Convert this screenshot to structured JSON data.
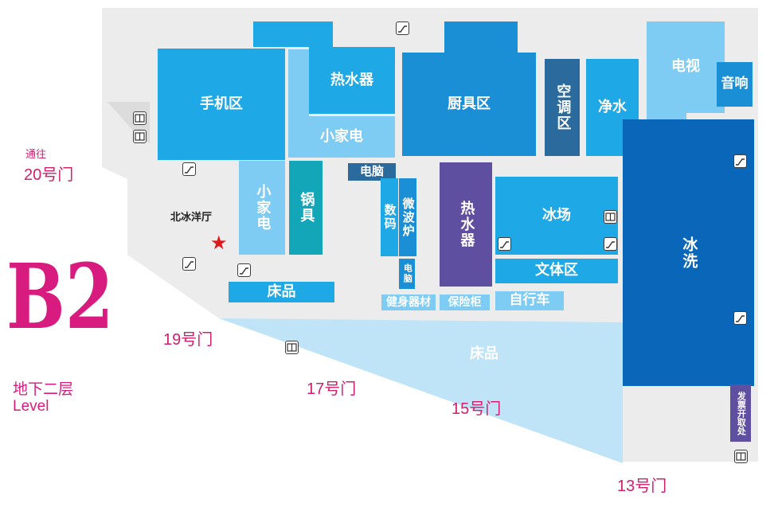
{
  "floor": {
    "code": "B2",
    "name_cn": "地下二层",
    "name_en": "Level"
  },
  "colors": {
    "floor": "#ececec",
    "light_blue": "#7ecbf3",
    "blue": "#1ea8e6",
    "mid_blue": "#1b8fd6",
    "dark_blue": "#0a66b8",
    "navy": "#2a6a9c",
    "teal": "#13a6b8",
    "purple": "#5e4fa0",
    "bed_area": "#bfe4f7",
    "magenta": "#d81b7f",
    "marker": "#e01818"
  },
  "doors": {
    "d20_note": "通往",
    "d20": "20号门",
    "d19": "19号门",
    "d17": "17号门",
    "d15": "15号门",
    "d13": "13号门"
  },
  "hall": {
    "name": "北冰洋厅"
  },
  "zones": {
    "phones": "手机区",
    "water_heater_top": "热水器",
    "small_appliance_top": "小家电",
    "kitchen": "厨具区",
    "aircon": "空调区",
    "water_purifier": "净水",
    "tv": "电视",
    "audio": "音响",
    "small_appliance_left": "小家电",
    "cookware": "锅具",
    "computer": "电脑",
    "digital": "数码",
    "microwave": "微波炉",
    "computer_small": "电脑",
    "water_heater_mid": "热水器",
    "ice_rink": "冰场",
    "sports": "文体区",
    "fridge_washer": "冰洗",
    "bedding_top": "床品",
    "fitness": "健身器材",
    "safe": "保险柜",
    "bicycle": "自行车",
    "bedding_bottom": "床品",
    "invoice": "发票开取处"
  },
  "icons": [
    "elevator-icon",
    "escalator-icon",
    "you-are-here-star-icon"
  ]
}
